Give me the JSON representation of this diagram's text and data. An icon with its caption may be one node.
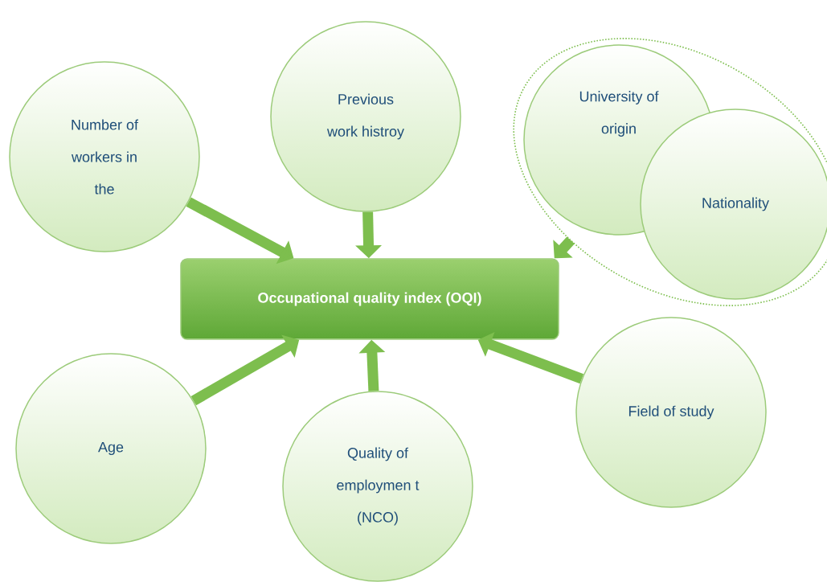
{
  "diagram": {
    "nodes": [
      {
        "text": [
          "Occupational quality index (OQI)"
        ]
      },
      {
        "text": [
          "Number of workers in the"
        ]
      },
      {
        "text": [
          "Previous work histroy"
        ]
      },
      {
        "text": [],
        "shape": "ellipse"
      },
      {
        "text": [
          "University of origin"
        ],
        "in": 3
      },
      {
        "text": [
          "Nationality"
        ],
        "in": 3
      },
      {
        "text": [
          "Field of study"
        ]
      },
      {
        "text": [
          "Quality of employmen t (NCO)"
        ]
      },
      {
        "text": [
          "Age"
        ]
      }
    ],
    "edges": [
      {
        "from": 1,
        "to": 0,
        "arrow": "to"
      },
      {
        "from": 2,
        "to": 0,
        "arrow": "to"
      },
      {
        "from": 3,
        "to": 0,
        "arrow": "to"
      },
      {
        "from": 6,
        "to": 0,
        "arrow": "to"
      },
      {
        "from": 7,
        "to": 0,
        "arrow": "to"
      },
      {
        "from": 8,
        "to": 0,
        "arrow": "to"
      }
    ]
  }
}
